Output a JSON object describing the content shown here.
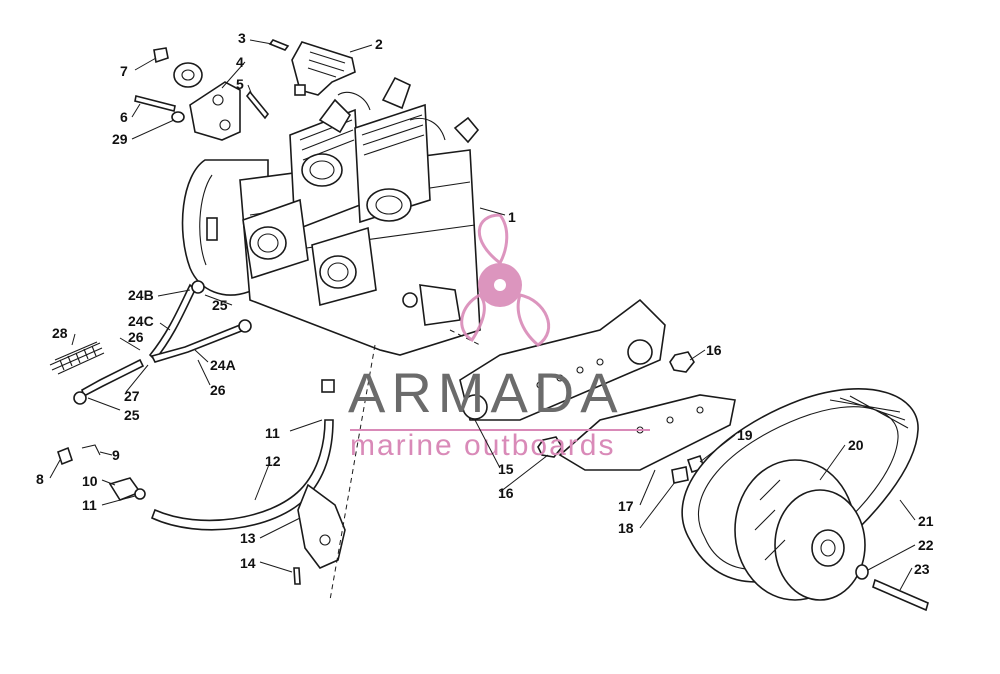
{
  "diagram": {
    "callouts": [
      {
        "id": "c1",
        "text": "1"
      },
      {
        "id": "c2",
        "text": "2"
      },
      {
        "id": "c3",
        "text": "3"
      },
      {
        "id": "c4",
        "text": "4"
      },
      {
        "id": "c5",
        "text": "5"
      },
      {
        "id": "c6",
        "text": "6"
      },
      {
        "id": "c7",
        "text": "7"
      },
      {
        "id": "c8",
        "text": "8"
      },
      {
        "id": "c9",
        "text": "9"
      },
      {
        "id": "c10",
        "text": "10"
      },
      {
        "id": "c11a",
        "text": "11"
      },
      {
        "id": "c11b",
        "text": "11"
      },
      {
        "id": "c12",
        "text": "12"
      },
      {
        "id": "c13",
        "text": "13"
      },
      {
        "id": "c14",
        "text": "14"
      },
      {
        "id": "c15",
        "text": "15"
      },
      {
        "id": "c16a",
        "text": "16"
      },
      {
        "id": "c16b",
        "text": "16"
      },
      {
        "id": "c17",
        "text": "17"
      },
      {
        "id": "c18",
        "text": "18"
      },
      {
        "id": "c19",
        "text": "19"
      },
      {
        "id": "c20",
        "text": "20"
      },
      {
        "id": "c21",
        "text": "21"
      },
      {
        "id": "c22",
        "text": "22"
      },
      {
        "id": "c23",
        "text": "23"
      },
      {
        "id": "c24A",
        "text": "24A"
      },
      {
        "id": "c24B",
        "text": "24B"
      },
      {
        "id": "c24C",
        "text": "24C"
      },
      {
        "id": "c25a",
        "text": "25"
      },
      {
        "id": "c25b",
        "text": "25"
      },
      {
        "id": "c26a",
        "text": "26"
      },
      {
        "id": "c26b",
        "text": "26"
      },
      {
        "id": "c27",
        "text": "27"
      },
      {
        "id": "c28",
        "text": "28"
      },
      {
        "id": "c29",
        "text": "29"
      }
    ]
  },
  "watermark": {
    "brand": "ARMADA",
    "tagline": "marine outboards",
    "accent_color": "#d98ab8",
    "text_color": "#6b6b6b"
  }
}
